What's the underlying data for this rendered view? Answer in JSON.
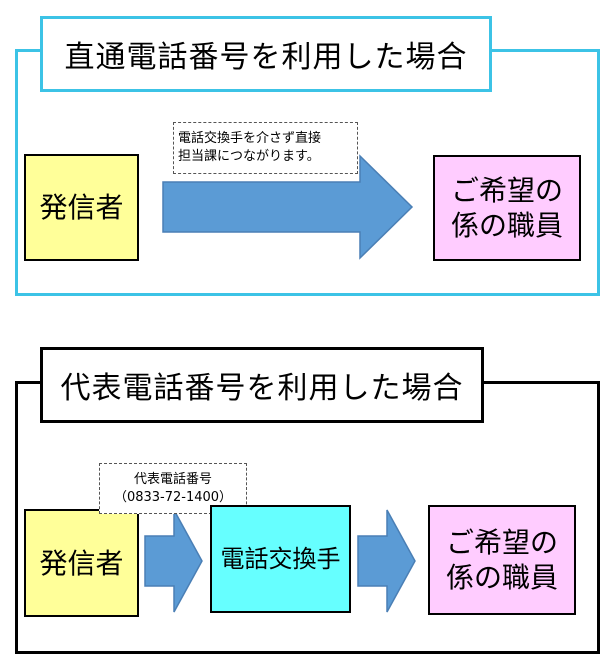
{
  "colors": {
    "top_frame": "#3cc3e6",
    "bottom_frame": "#000000",
    "caller_fill": "#ffff99",
    "staff_fill": "#ffccff",
    "operator_fill": "#66ffff",
    "arrow_fill": "#5b9bd5",
    "arrow_stroke": "#4a7fb5"
  },
  "direct": {
    "title": "直通電話番号を利用した場合",
    "note": "電話交換手を介さず直接\n担当課につながります。",
    "caller": "発信者",
    "staff": "ご希望の\n係の職員"
  },
  "main": {
    "title": "代表電話番号を利用した場合",
    "note": "代表電話番号\n（0833-72-1400）",
    "caller": "発信者",
    "operator": "電話交換手",
    "staff": "ご希望の\n係の職員"
  }
}
